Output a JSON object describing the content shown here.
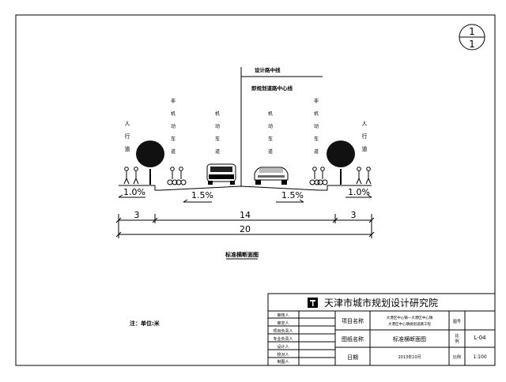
{
  "sheet": {
    "number_top": "1",
    "number_bottom": "1"
  },
  "labels": {
    "design_line": "设计路中线",
    "road_center": "即规划道路中心线",
    "pedestrian_left": [
      "人",
      "行",
      "道"
    ],
    "non_motor_left": [
      "非",
      "机",
      "动",
      "车",
      "道"
    ],
    "motor_left": [
      "机",
      "动",
      "车",
      "道"
    ],
    "motor_right": [
      "机",
      "动",
      "车",
      "道"
    ],
    "non_motor_right": [
      "非",
      "机",
      "动",
      "车",
      "道"
    ],
    "pedestrian_right": [
      "人",
      "行",
      "道"
    ]
  },
  "slopes": {
    "sidewalk_left": "1.0%",
    "lane_left": "1.5%",
    "lane_right": "1.5%",
    "sidewalk_right": "1.0%"
  },
  "dimensions": {
    "left": "3",
    "middle": "14",
    "right": "3",
    "total": "20"
  },
  "drawing_title": "标准横断面图",
  "note": "注：单位:米",
  "title_block": {
    "institute": "天津市城市规划设计研究院",
    "row_labels": [
      "审核人",
      "审定人",
      "项目负责人",
      "专业负责人",
      "设计人",
      "校对人",
      "制图人"
    ],
    "project_label": "项目名称",
    "project_value_1": "大港区中心镇—大港区中心镇",
    "project_value_2": "大港区中心镇规划道路工程",
    "drawing_label": "图纸名称",
    "drawing_value": "标准横断面图",
    "scale_label": "比例",
    "scale_value": "1:100",
    "date_label": "日期",
    "date_value": "2013年10月",
    "sheet_no_label": "图号",
    "sheet_no_value": "L-04",
    "side_label_1": "比",
    "side_label_2": "例"
  }
}
